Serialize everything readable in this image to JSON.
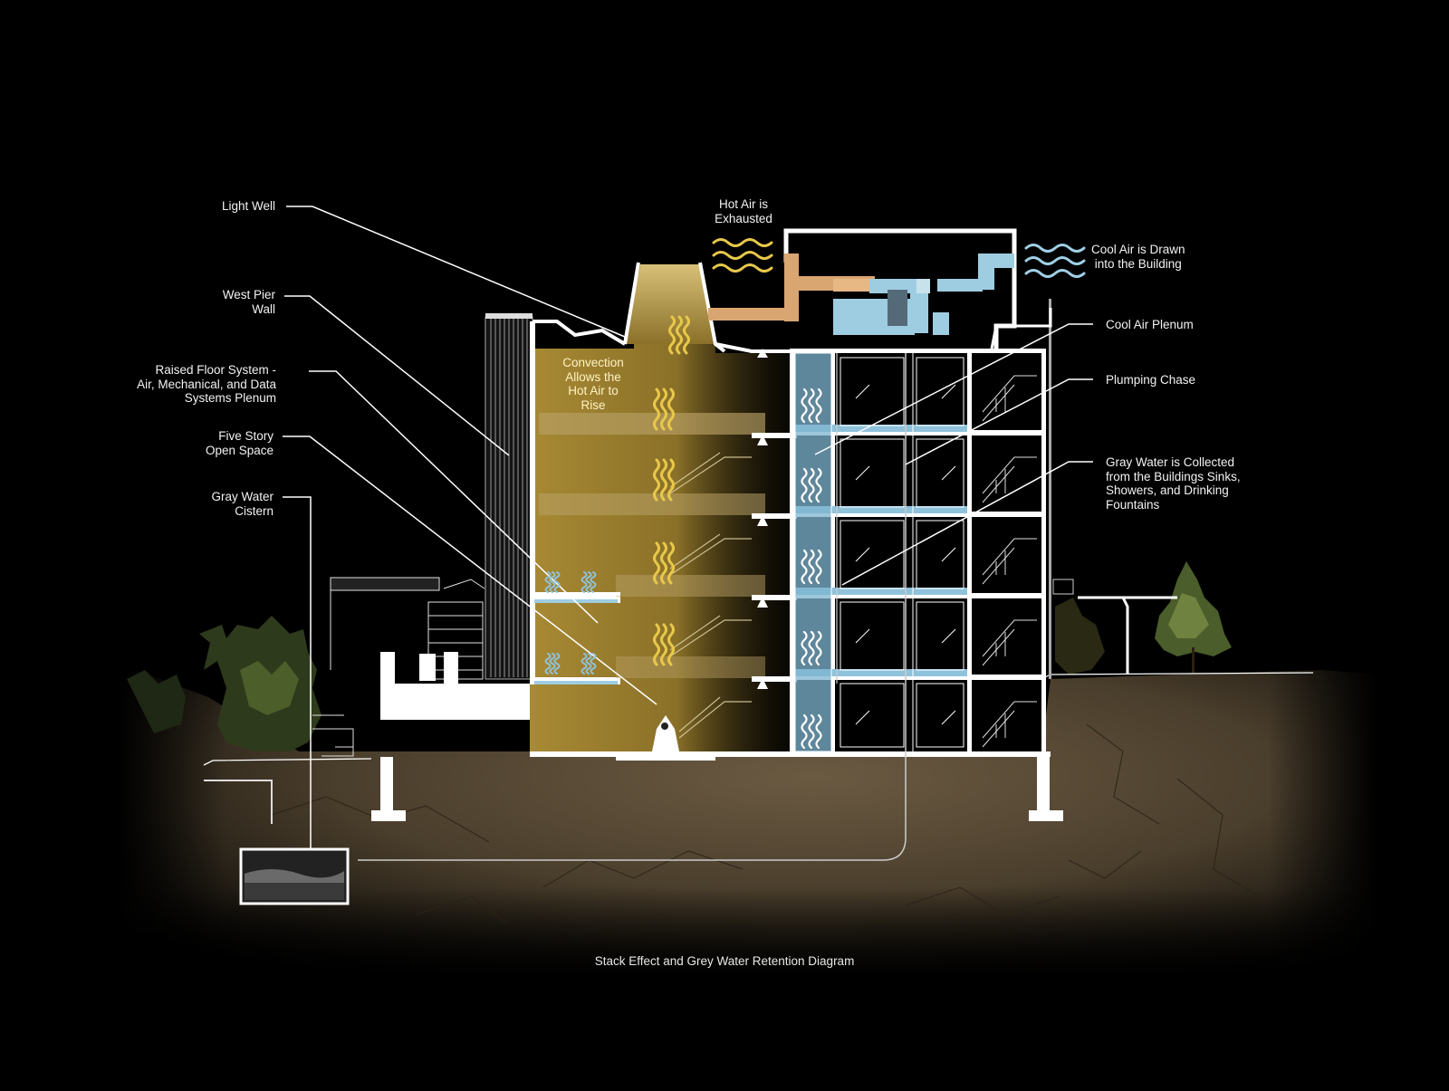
{
  "caption": "Stack Effect and Grey Water Retention Diagram",
  "labels": {
    "light_well": "Light Well",
    "west_pier_wall": "West Pier\nWall",
    "raised_floor": "Raised Floor System -\nAir, Mechanical, and Data\nSystems Plenum",
    "five_story": "Five Story\nOpen Space",
    "gray_water_cistern": "Gray Water\nCistern",
    "hot_air_exhausted": "Hot Air is\nExhausted",
    "cool_air_drawn": "Cool Air is Drawn\ninto the Building",
    "cool_air_plenum": "Cool Air Plenum",
    "plumbing_chase": "Plumping Chase",
    "gray_water_collected": "Gray Water is Collected\nfrom the Buildings Sinks,\nShowers, and Drinking\nFountains",
    "convection": "Convection\nAllows the\nHot Air to\nRise"
  },
  "colors": {
    "background": "#000000",
    "hot_air": "#e8c84a",
    "atrium_glow": "#b89a3a",
    "cool_air": "#8fc3dc",
    "duct_hot": "#d9a672",
    "duct_cool": "#9ecde2",
    "soil": "#4a3f30",
    "structure": "#ffffff"
  },
  "icons": {
    "hot_wave": "hot-air-wave-icon",
    "cool_wave": "cool-air-wave-icon",
    "tree": "tree-icon"
  }
}
